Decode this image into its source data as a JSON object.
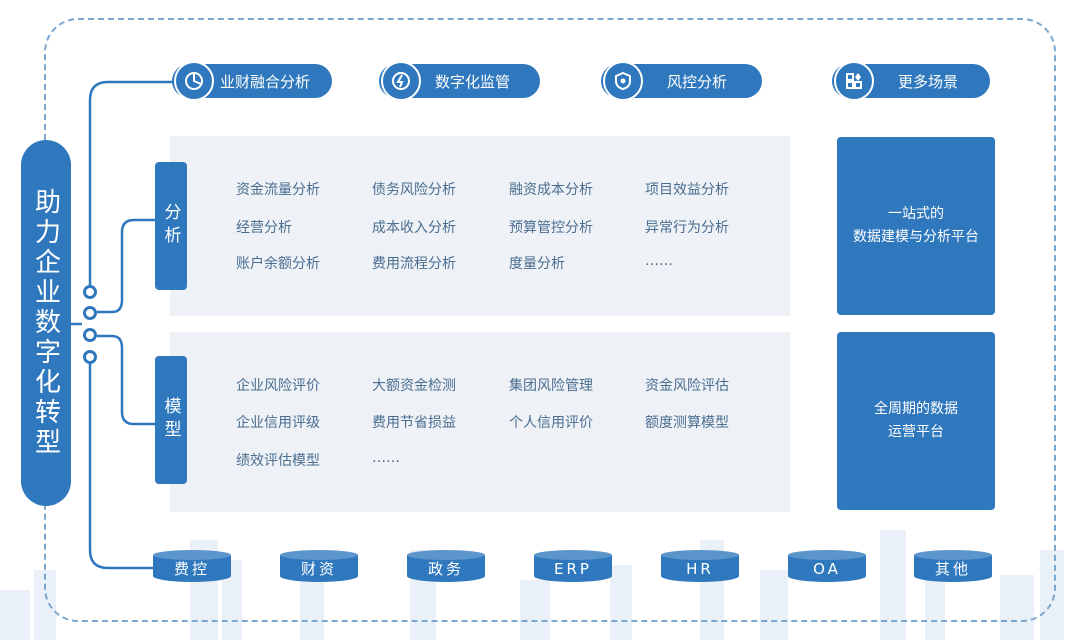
{
  "main_title": "助力企业数字化转型",
  "top_pills": [
    {
      "label": "业财融合分析",
      "icon": "pie-chart-icon"
    },
    {
      "label": "数字化监管",
      "icon": "monitor-gauge-icon"
    },
    {
      "label": "风控分析",
      "icon": "shield-eye-icon"
    },
    {
      "label": "更多场景",
      "icon": "grid-apps-icon"
    }
  ],
  "analysis": {
    "label": "分析",
    "items": [
      "资金流量分析",
      "债务风险分析",
      "融资成本分析",
      "项目效益分析",
      "经营分析",
      "成本收入分析",
      "预算管控分析",
      "异常行为分析",
      "账户余额分析",
      "费用流程分析",
      "度量分析",
      "……"
    ]
  },
  "model": {
    "label": "模型",
    "items": [
      "企业风险评价",
      "大额资金检测",
      "集团风险管理",
      "资金风险评估",
      "企业信用评级",
      "费用节省损益",
      "个人信用评价",
      "额度测算模型",
      "绩效评估模型",
      "……"
    ]
  },
  "right_boxes": [
    {
      "line1": "一站式的",
      "line2": "数据建模与分析平台"
    },
    {
      "line1": "全周期的数据",
      "line2": "运营平台"
    }
  ],
  "sources": [
    "费控",
    "财资",
    "政务",
    "ERP",
    "HR",
    "OA",
    "其他"
  ],
  "colors": {
    "primary": "#2f78bd",
    "panel": "#eef2f7",
    "text": "#4a6d90",
    "dash": "#7ba7cf"
  }
}
